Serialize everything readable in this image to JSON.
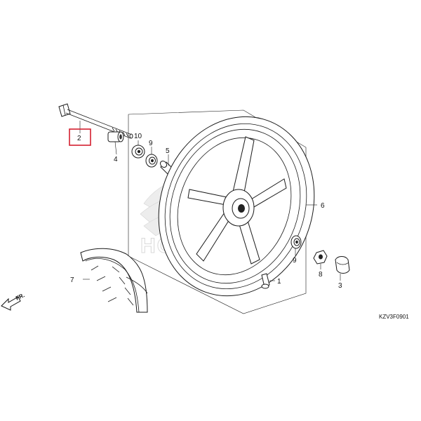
{
  "diagram_code": "KZV3F0901",
  "direction_label": "FR.",
  "watermark_text": "HONDA",
  "highlight_color": "#d32030",
  "callouts": [
    {
      "id": "part-2",
      "label": "2"
    },
    {
      "id": "part-4",
      "label": "4"
    },
    {
      "id": "part-10",
      "label": "10"
    },
    {
      "id": "part-9a",
      "label": "9"
    },
    {
      "id": "part-5",
      "label": "5"
    },
    {
      "id": "part-6",
      "label": "6"
    },
    {
      "id": "part-7",
      "label": "7"
    },
    {
      "id": "part-9b",
      "label": "9"
    },
    {
      "id": "part-8",
      "label": "8"
    },
    {
      "id": "part-3",
      "label": "3"
    },
    {
      "id": "part-1",
      "label": "1"
    }
  ]
}
